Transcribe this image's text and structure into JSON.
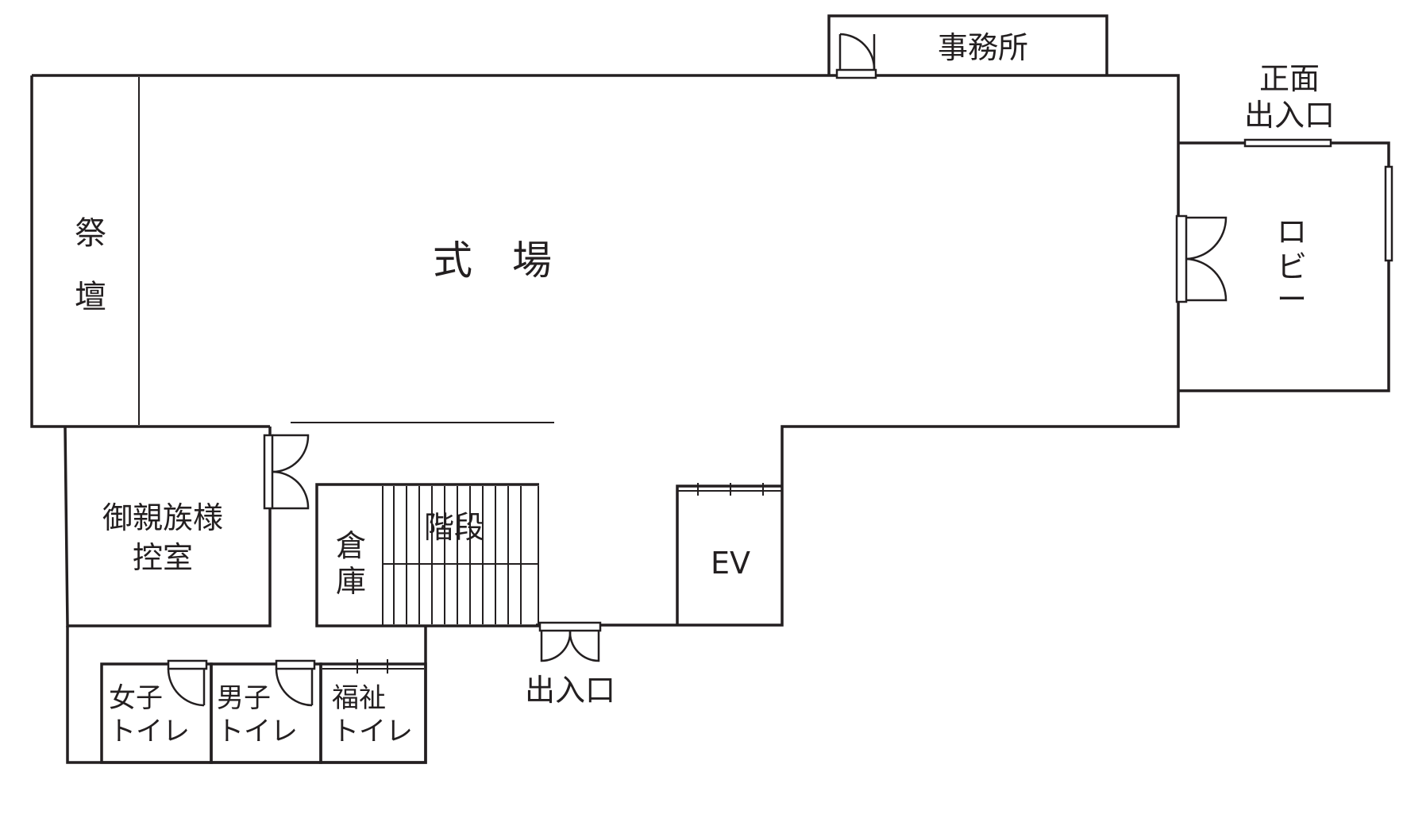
{
  "rooms": {
    "altar": [
      "祭",
      "壇"
    ],
    "hall": "式　場",
    "office": "事務所",
    "front_entrance": [
      "正面",
      "出入口"
    ],
    "lobby": [
      "ロ",
      "ビ",
      "ー"
    ],
    "family_room": [
      "御親族様",
      "控室"
    ],
    "storage": [
      "倉",
      "庫"
    ],
    "stairs": "階段",
    "elevator": "EV",
    "entrance": "出入口",
    "womens_toilet": [
      "女子",
      "トイレ"
    ],
    "mens_toilet": [
      "男子",
      "トイレ"
    ],
    "accessible_toilet": [
      "福祉",
      "トイレ"
    ]
  }
}
